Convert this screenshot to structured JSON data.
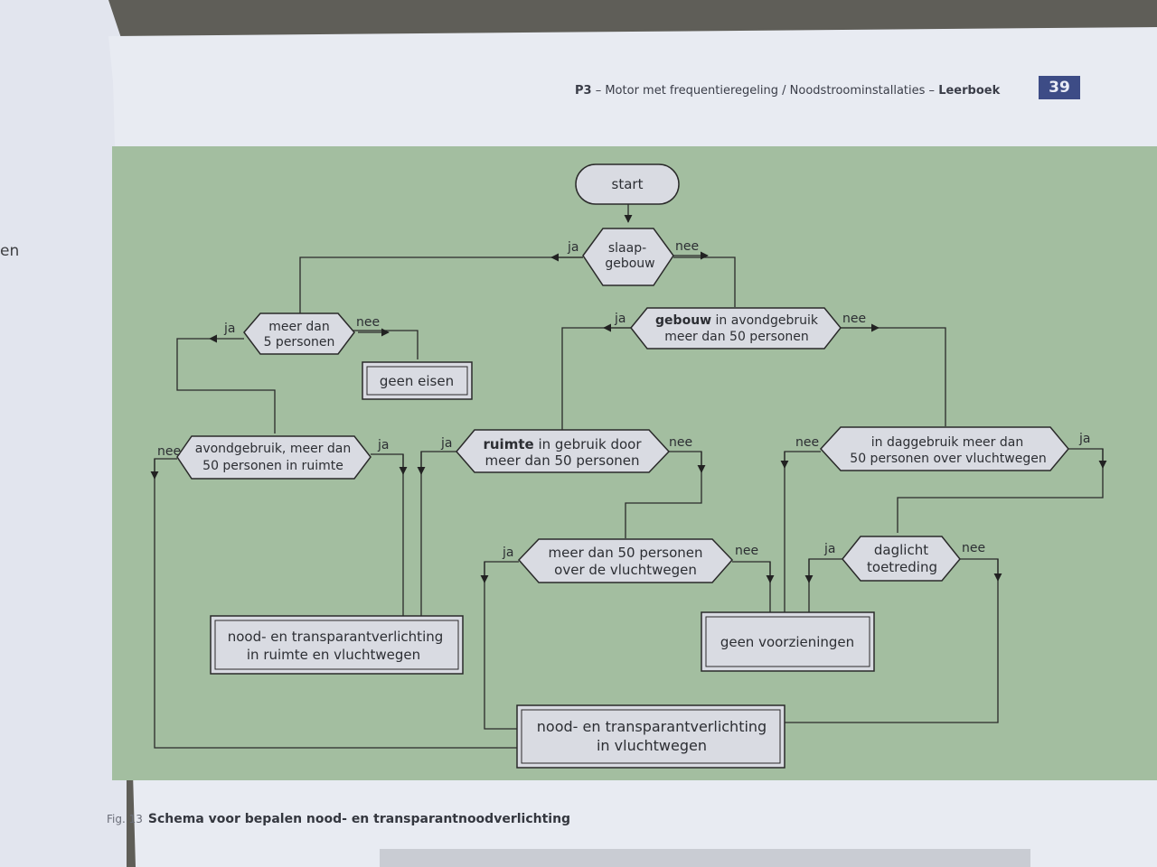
{
  "header": {
    "chapter": "P3",
    "title": "Motor met frequentieregeling / Noodstroominstallaties",
    "section": "Leerboek",
    "page_number": "39"
  },
  "left_page": {
    "fragment": "en"
  },
  "caption": {
    "figure": "Fig. 13",
    "text": "Schema voor bepalen nood- en transparantnoodverlichting"
  },
  "flowchart": {
    "start": "start",
    "d_slaap": {
      "line1": "slaap-",
      "line2": "gebouw",
      "yes": "ja",
      "no": "nee"
    },
    "d_avond": {
      "bold": "gebouw",
      "line1_rest": " in avondgebruik",
      "line2": "meer dan 50 personen",
      "yes": "ja",
      "no": "nee"
    },
    "d_5pers": {
      "line1": "meer dan",
      "line2": "5 personen",
      "yes": "ja",
      "no": "nee"
    },
    "geen_eisen": "geen eisen",
    "d_avondruimte": {
      "line1": "avondgebruik, meer dan",
      "line2": "50 personen in ruimte",
      "yes": "ja",
      "no": "nee"
    },
    "d_ruimte": {
      "bold": "ruimte",
      "line1_rest": " in gebruik door",
      "line2": "meer dan 50 personen",
      "yes": "ja",
      "no": "nee"
    },
    "d_dag": {
      "line1": "in daggebruik meer dan",
      "line2": "50 personen over vluchtwegen",
      "yes": "ja",
      "no": "nee"
    },
    "d_vlucht": {
      "line1": "meer dan 50 personen",
      "line2": "over de vluchtwegen",
      "yes": "ja",
      "no": "nee"
    },
    "d_daglicht": {
      "line1": "daglicht",
      "line2": "toetreding",
      "yes": "ja",
      "no": "nee"
    },
    "box_ruimte": {
      "line1": "nood- en transparantverlichting",
      "line2": "in ruimte en vluchtwegen"
    },
    "box_geen": "geen voorzieningen",
    "box_vlucht": {
      "line1": "nood- en transparantverlichting",
      "line2": "in vluchtwegen"
    }
  }
}
